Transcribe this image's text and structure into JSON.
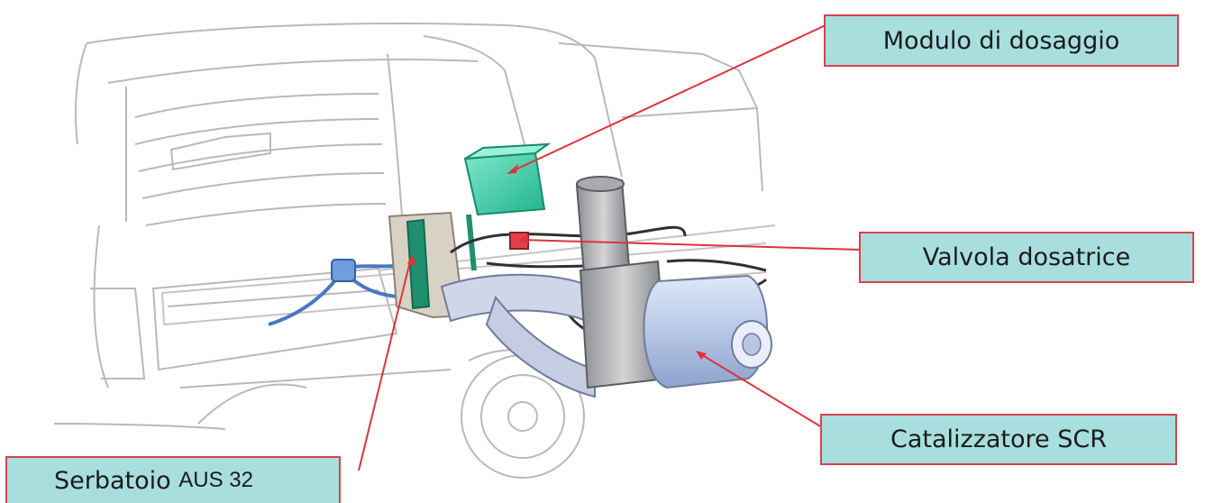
{
  "labels": {
    "modulo": "Modulo di dosaggio",
    "valvola": "Valvola dosatrice",
    "catalizzatore": "Catalizzatore SCR",
    "serbatoio_a": "Serbatoio",
    "serbatoio_b": "AUS 32"
  },
  "colors": {
    "label_fill": "#a8dede",
    "label_border": "#d9424a",
    "leader_line": "#e0323c",
    "outline": "#b9b9b9",
    "module_green": "#3ec9a3",
    "tank_green": "#1f8f6e",
    "catalyst_blue": "#b8c9e6",
    "pipe_dark": "#2e3036"
  }
}
